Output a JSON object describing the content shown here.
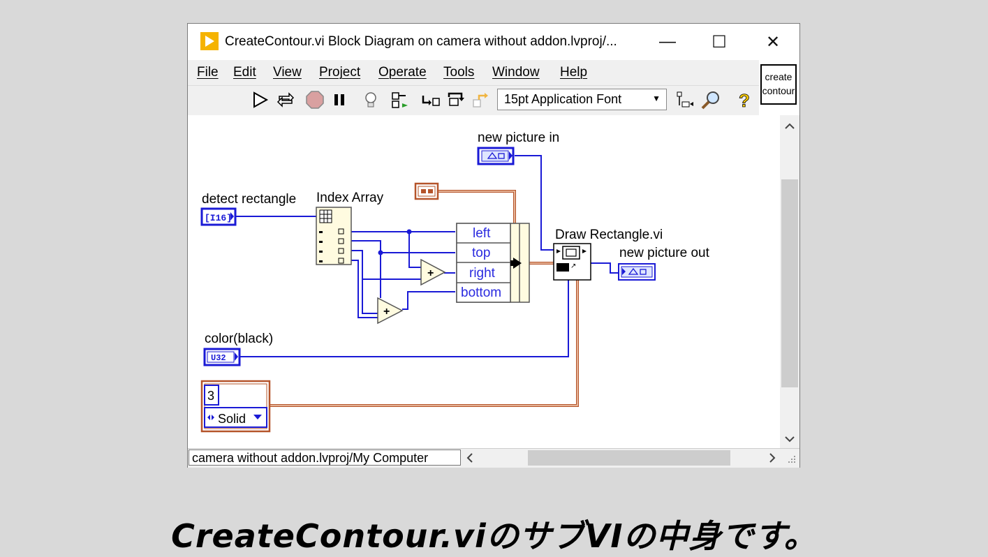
{
  "window": {
    "title": "CreateContour.vi Block Diagram on camera without addon.lvproj/...",
    "minimize": "—",
    "maximize": "☐",
    "close": "✕"
  },
  "menubar": {
    "items": [
      {
        "label": "File"
      },
      {
        "label": "Edit"
      },
      {
        "label": "View"
      },
      {
        "label": "Project"
      },
      {
        "label": "Operate"
      },
      {
        "label": "Tools"
      },
      {
        "label": "Window"
      },
      {
        "label": "Help"
      }
    ]
  },
  "toolbar": {
    "font_select": "15pt Application Font",
    "icons": [
      "run-arrow-icon",
      "run-continuous-icon",
      "abort-icon",
      "pause-icon",
      "highlight-execution-icon",
      "retain-wire-values-icon",
      "step-into-icon",
      "step-over-icon",
      "step-out-icon",
      "align-icon",
      "search-icon",
      "help-icon"
    ]
  },
  "vi_icon": {
    "line1": "create",
    "line2": "contour"
  },
  "diagram": {
    "terminals": {
      "new_picture_in": "new picture in",
      "detect_rectangle": "detect rectangle",
      "detect_rectangle_type": "[I16]",
      "color": "color(black)",
      "color_type": "U32",
      "new_picture_out": "new picture out"
    },
    "nodes": {
      "index_array": "Index Array",
      "draw_rectangle": "Draw Rectangle.vi",
      "add_symbol": "+"
    },
    "cluster_fields": [
      "left",
      "top",
      "right",
      "bottom"
    ],
    "line_style": {
      "width_value": "3",
      "style_value": "Solid"
    }
  },
  "statusbar": {
    "path": "camera without addon.lvproj/My Computer"
  },
  "caption": "CreateContour.viのサブVIの中身です。",
  "colors": {
    "wire_blue": "#1a1ad6",
    "wire_orange": "#b5542a",
    "node_fill": "#fffbe0",
    "background": "#d9d9d9"
  }
}
